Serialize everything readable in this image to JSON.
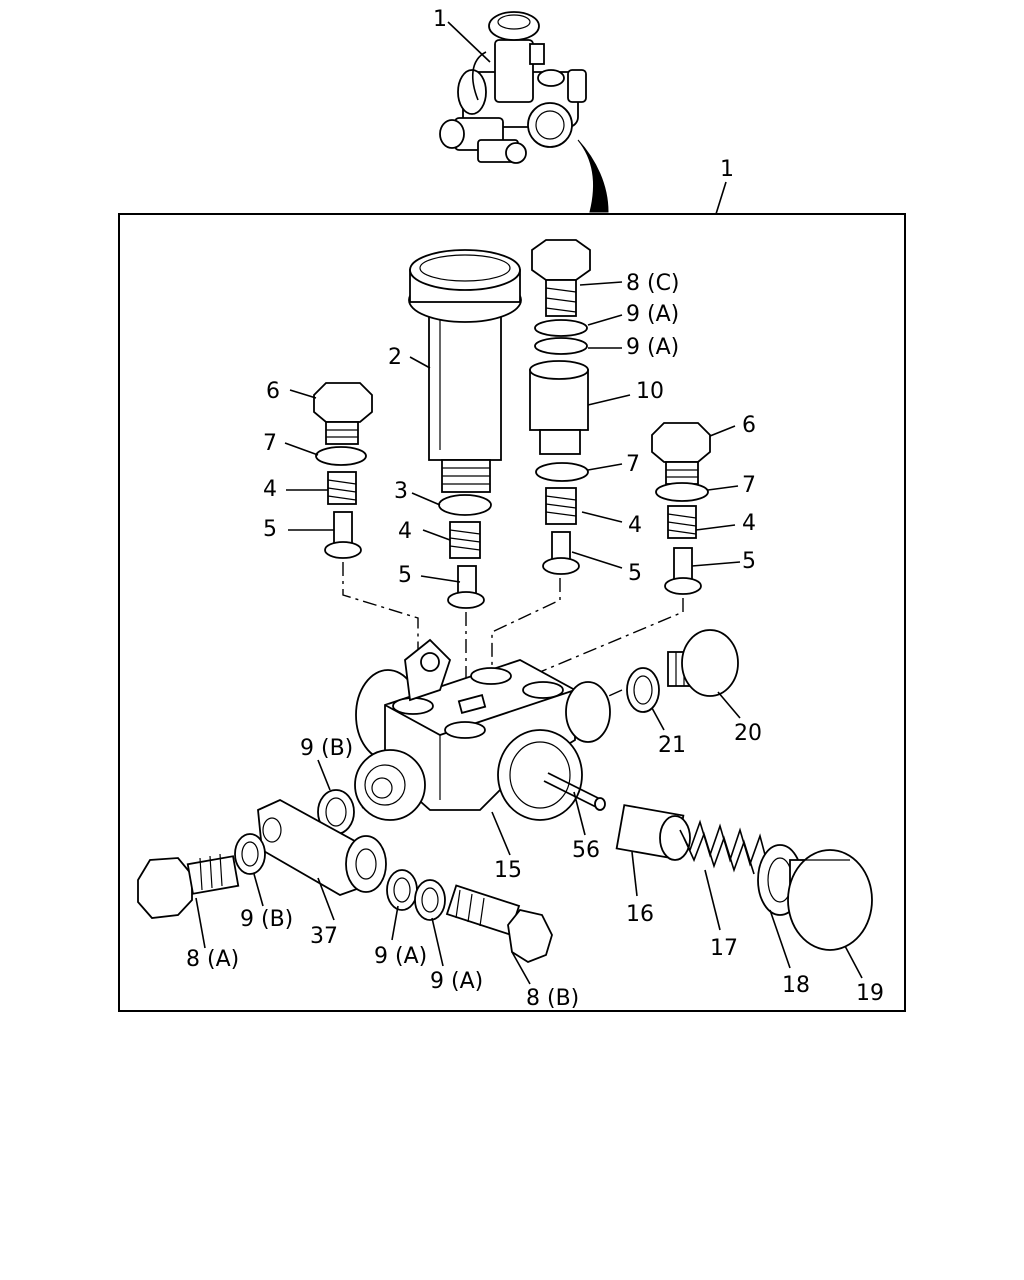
{
  "labels": {
    "top_1": "1",
    "frame_1": "1",
    "l8c": "8 (C)",
    "l9a_1": "9 (A)",
    "l9a_2": "9 (A)",
    "l10": "10",
    "l2": "2",
    "l6_left": "6",
    "l6_right": "6",
    "l7_left": "7",
    "l7_mid": "7",
    "l7_right": "7",
    "l4_left": "4",
    "l4_mid": "4",
    "l4_c2": "4",
    "l4_right": "4",
    "l3": "3",
    "l5_left": "5",
    "l5_mid": "5",
    "l5_c2": "5",
    "l5_right": "5",
    "l21": "21",
    "l20": "20",
    "l9b_1": "9 (B)",
    "l15": "15",
    "l56": "56",
    "l16": "16",
    "l17": "17",
    "l18": "18",
    "l19": "19",
    "l8a": "8 (A)",
    "l9b_2": "9 (B)",
    "l37": "37",
    "l9a_3": "9 (A)",
    "l9a_4": "9 (A)",
    "l8b": "8 (B)"
  }
}
